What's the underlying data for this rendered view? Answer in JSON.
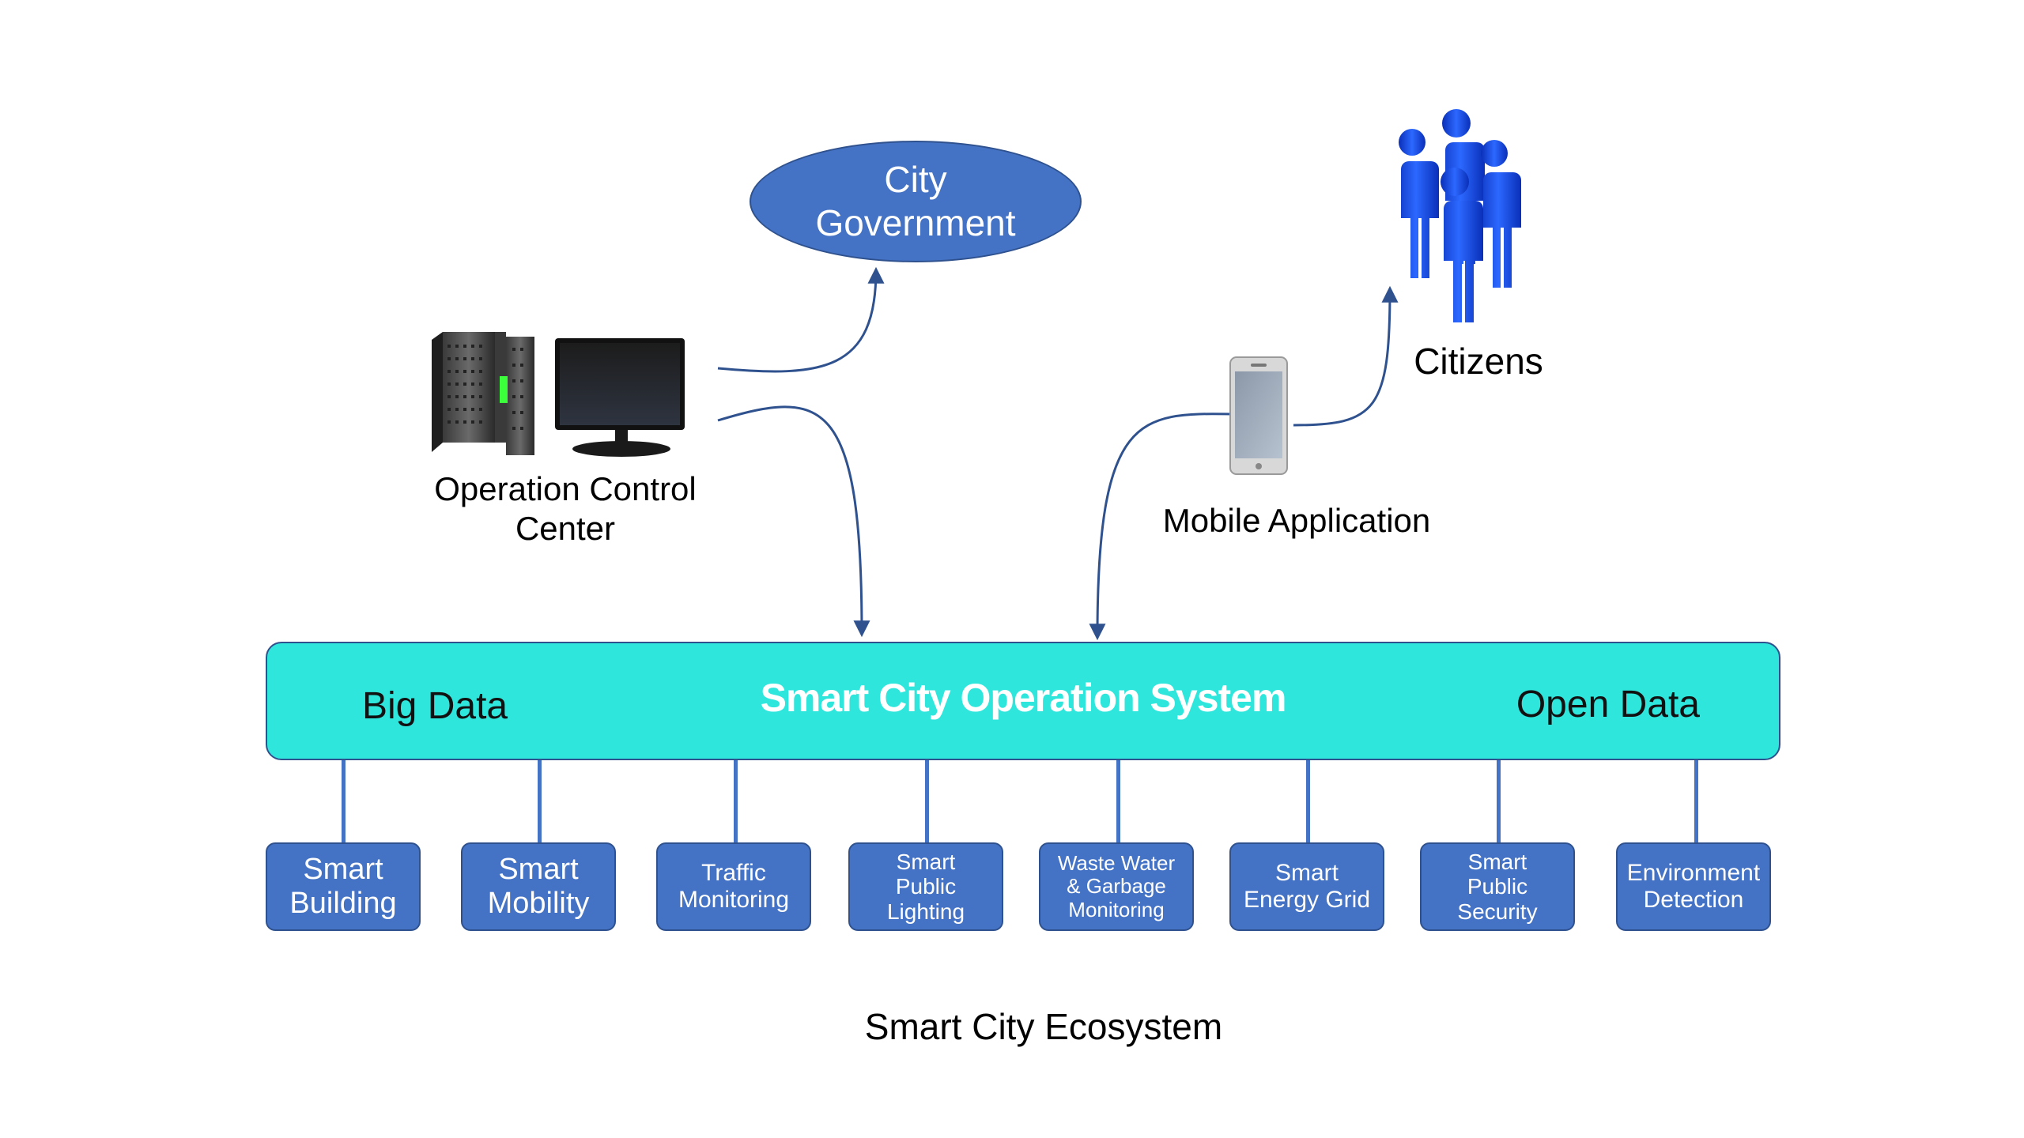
{
  "city_government": {
    "line1": "City",
    "line2": "Government"
  },
  "operation_control_center": {
    "line1": "Operation Control",
    "line2": "Center"
  },
  "mobile_application": {
    "label": "Mobile Application"
  },
  "citizens": {
    "label": "Citizens"
  },
  "operation_system": {
    "title": "Smart City Operation System",
    "left_label": "Big Data",
    "right_label": "Open Data"
  },
  "modules": [
    {
      "lines": [
        "Smart",
        "Building"
      ]
    },
    {
      "lines": [
        "Smart",
        "Mobility"
      ]
    },
    {
      "lines": [
        "Traffic",
        "Monitoring"
      ]
    },
    {
      "lines": [
        "Smart",
        "Public",
        "Lighting"
      ]
    },
    {
      "lines": [
        "Waste Water",
        "& Garbage",
        "Monitoring"
      ]
    },
    {
      "lines": [
        "Smart",
        "Energy Grid"
      ]
    },
    {
      "lines": [
        "Smart",
        "Public",
        "Security"
      ]
    },
    {
      "lines": [
        "Environment",
        "Detection"
      ]
    }
  ],
  "caption": "Smart City Ecosystem",
  "colors": {
    "module_fill": "#4472c4",
    "operation_system_fill": "#2ee6dc",
    "arrow": "#2f528f",
    "people": "#1a4fd6"
  }
}
